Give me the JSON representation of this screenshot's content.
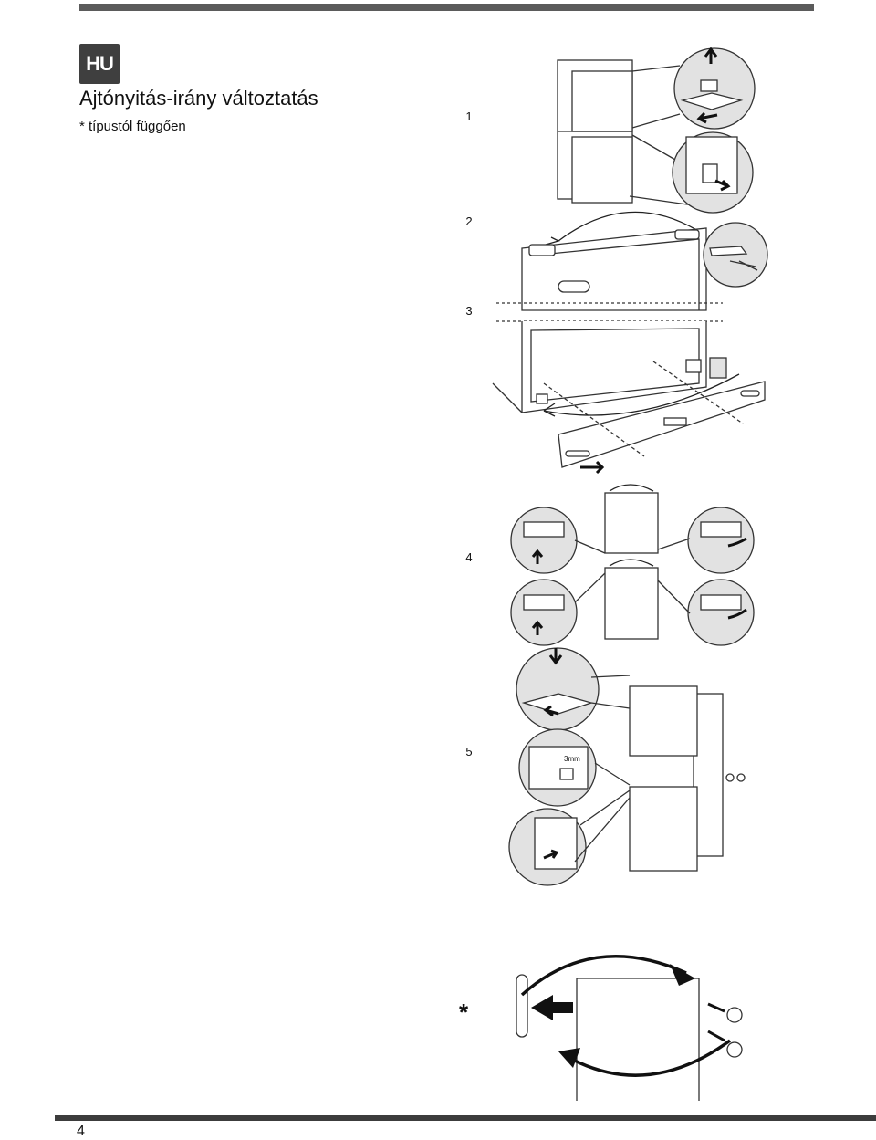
{
  "header": {
    "badge": "HU"
  },
  "title": "Ajtónyitás-irány változtatás",
  "subtitle": "* típustól függően",
  "steps": [
    "1",
    "2",
    "3",
    "4",
    "5"
  ],
  "star_label": "*",
  "detail_label": "3mm",
  "page_number": "4"
}
